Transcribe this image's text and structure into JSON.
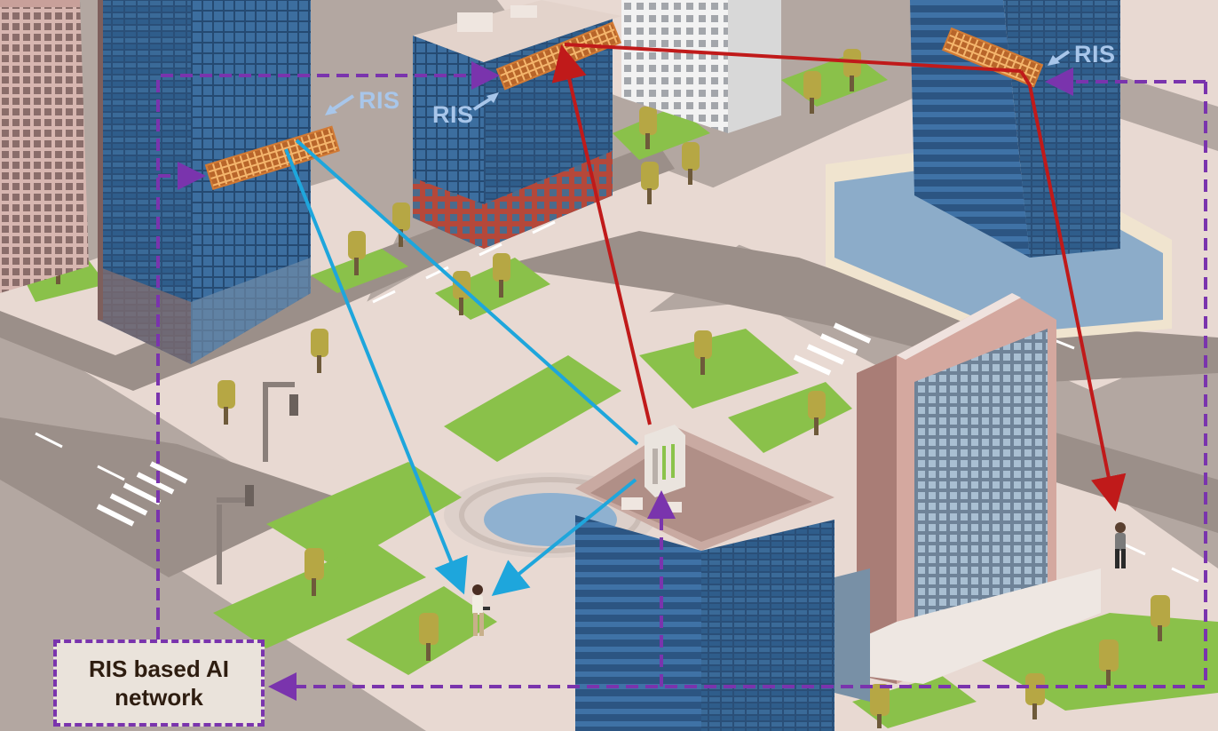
{
  "ris_label": "RIS",
  "controller": {
    "line1": "RIS based AI",
    "line2": "network"
  },
  "colors": {
    "control_link": "#7a34ad",
    "bs_ris_link": "#c01a1a",
    "ris_user_link": "#1ea6dc",
    "ris_panel": "#e8964a",
    "ris_label": "#a8c6ea",
    "grass": "#8ac14a",
    "road": "#9b8f89",
    "sidewalk": "#e8d9d2"
  },
  "icons": [
    "base-station-icon",
    "user-person-icon",
    "pedestrian-icon",
    "tree-icon",
    "traffic-light-icon"
  ]
}
